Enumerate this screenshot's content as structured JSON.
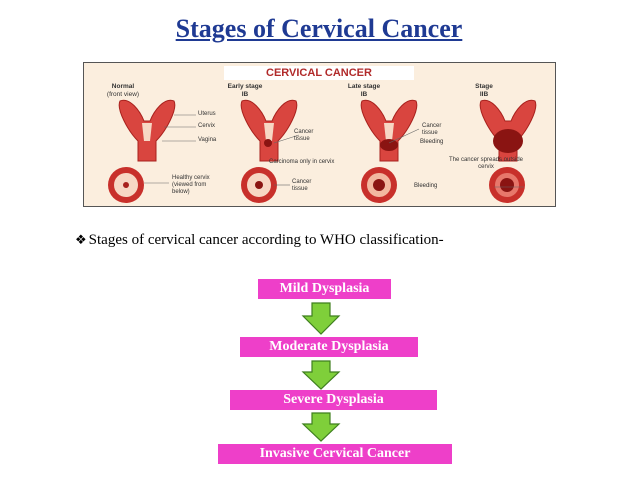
{
  "title": "Stages of Cervical Cancer",
  "figure": {
    "banner": "CERVICAL CANCER",
    "stages": [
      {
        "label": "Normal",
        "sub": "(front view)"
      },
      {
        "label": "Early stage",
        "sub": "IB"
      },
      {
        "label": "Late stage",
        "sub": "IB"
      },
      {
        "label": "Stage",
        "sub": "IIB"
      }
    ],
    "labels": {
      "uterus": "Uterus",
      "cervix": "Cervix",
      "vagina": "Vagina",
      "cancer_tissue": "Cancer tissue",
      "cancer_tissue2": "Cancer tissue",
      "bleeding": "Bleeding",
      "carcinoma": "Carcinoma only in cervix",
      "spreads": "The cancer spreads outside cervix",
      "healthy": "Healthy cervix (viewed from below)",
      "cancer_tissue3": "Cancer tissue",
      "bleeding2": "Bleeding"
    },
    "colors": {
      "tissue": "#d9453f",
      "dark": "#a8211d",
      "inner": "#f7d7c4"
    }
  },
  "bullet": {
    "icon": "❖",
    "text": "Stages of cervical cancer according to WHO classification-"
  },
  "flow": {
    "steps": [
      "Mild Dysplasia",
      "Moderate Dysplasia",
      "Severe Dysplasia",
      "Invasive Cervical Cancer"
    ],
    "box_color": "#ee3fc9",
    "arrow_color": "#7fcf3a"
  }
}
